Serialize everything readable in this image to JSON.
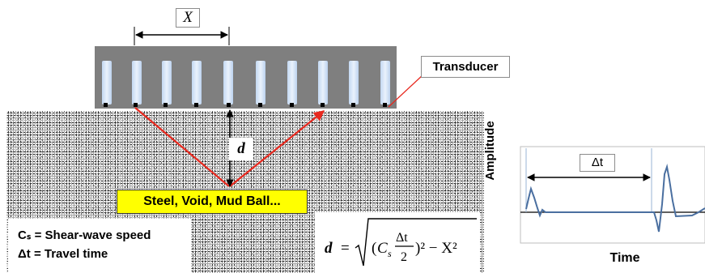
{
  "labels": {
    "spacing": "X",
    "transducer": "Transducer",
    "depth": "d",
    "defects": "Steel, Void, Mud Ball..."
  },
  "definitions": {
    "cs": "Cₛ = Shear-wave speed",
    "dt": "Δt = Travel time"
  },
  "formula": {
    "lhs": "d",
    "equals": "=",
    "cs_symbol": "C",
    "cs_subscript": "s",
    "numerator": "Δt",
    "denominator": "2",
    "tail": ")² − X²",
    "open_paren": "("
  },
  "signal_plot": {
    "ylabel": "Amplitude",
    "xlabel": "Time",
    "interval_label": "Δt"
  },
  "colors": {
    "ray": "#e8281e",
    "signal": "#4a6fa0",
    "highlight": "#ffff00",
    "housing": "#7f7f7f"
  }
}
